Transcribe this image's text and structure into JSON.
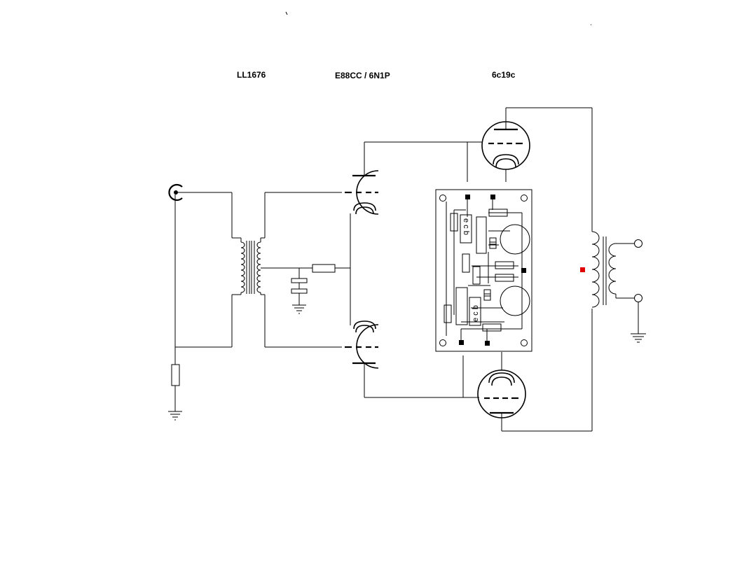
{
  "labels": {
    "input_transformer": "LL1676",
    "driver_tube": "E88CC / 6N1P",
    "output_tube": "6c19c"
  },
  "board": {
    "upper_pins": "e c b",
    "lower_pins": "e c b"
  },
  "colors": {
    "line": "#000000",
    "marker": "#e00000",
    "background": "#ffffff"
  }
}
